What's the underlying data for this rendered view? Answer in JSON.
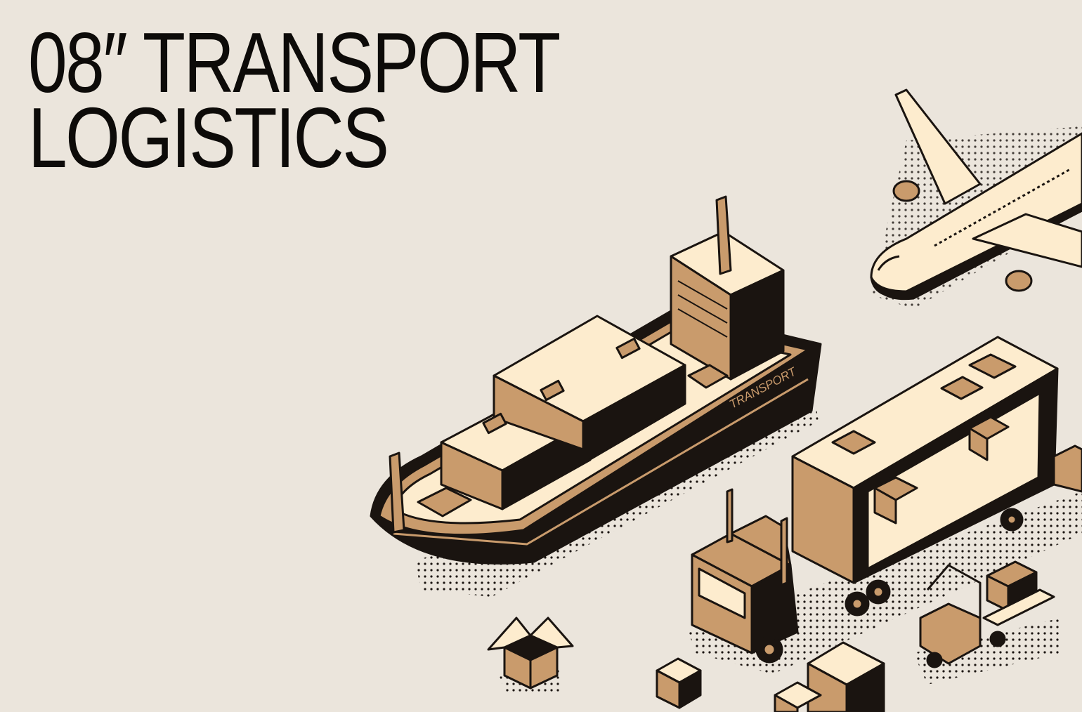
{
  "title": {
    "line1": "08″ TRANSPORT",
    "line2": "LOGISTICS"
  },
  "illustration": {
    "ship_hull_text": "TRANSPORT",
    "subjects": [
      "cargo-ship",
      "airplane",
      "semi-truck",
      "forklift",
      "cardboard-boxes"
    ]
  },
  "colors": {
    "background": "#ebe5dc",
    "ink": "#1a1410",
    "tan": "#c99b6c",
    "cream": "#fdecce"
  }
}
